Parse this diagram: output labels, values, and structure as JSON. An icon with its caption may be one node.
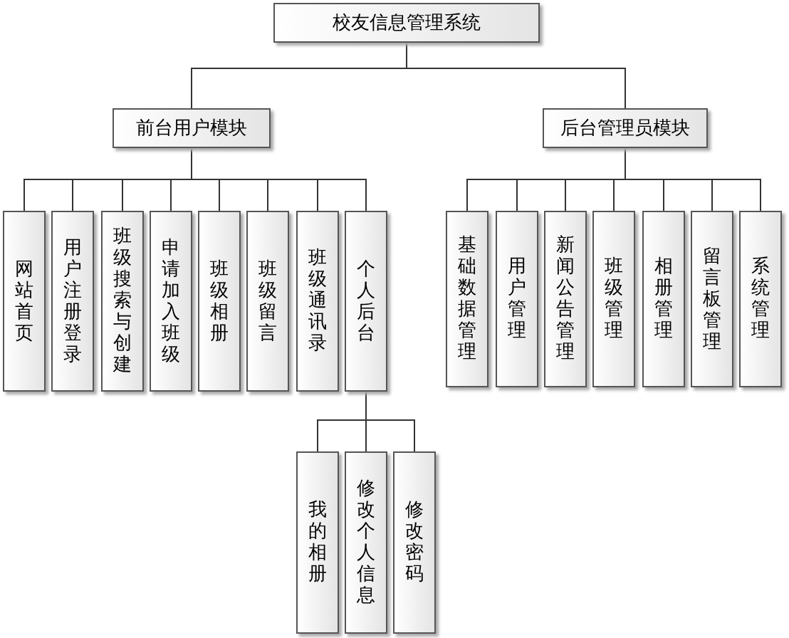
{
  "diagram": {
    "nodes": [
      {
        "text": [
          "校友信息管理系统"
        ]
      },
      {
        "text": [
          "前台用户模块"
        ]
      },
      {
        "text": [
          "后台管理员模块"
        ]
      },
      {
        "text": [
          "网站首页"
        ]
      },
      {
        "text": [
          "用户注册登录"
        ]
      },
      {
        "text": [
          "班级搜索与创建"
        ]
      },
      {
        "text": [
          "申请加入班级"
        ]
      },
      {
        "text": [
          "班级相册"
        ]
      },
      {
        "text": [
          "班级留言"
        ]
      },
      {
        "text": [
          "班级通讯录"
        ]
      },
      {
        "text": [
          "个人后台"
        ]
      },
      {
        "text": [
          "基础数据管理"
        ]
      },
      {
        "text": [
          "用户管理"
        ]
      },
      {
        "text": [
          "新闻公告管理"
        ]
      },
      {
        "text": [
          "班级管理"
        ]
      },
      {
        "text": [
          "相册管理"
        ]
      },
      {
        "text": [
          "留言板管理"
        ]
      },
      {
        "text": [
          "系统管理"
        ]
      },
      {
        "text": [
          "我的相册"
        ]
      },
      {
        "text": [
          "修改个人信息"
        ]
      },
      {
        "text": [
          "修改密码"
        ]
      }
    ],
    "edges": [
      {
        "from": 0,
        "to": 1,
        "arrow": "none"
      },
      {
        "from": 0,
        "to": 2,
        "arrow": "none"
      },
      {
        "from": 1,
        "to": 3,
        "arrow": "none"
      },
      {
        "from": 1,
        "to": 4,
        "arrow": "none"
      },
      {
        "from": 1,
        "to": 5,
        "arrow": "none"
      },
      {
        "from": 1,
        "to": 6,
        "arrow": "none"
      },
      {
        "from": 1,
        "to": 7,
        "arrow": "none"
      },
      {
        "from": 1,
        "to": 8,
        "arrow": "none"
      },
      {
        "from": 1,
        "to": 9,
        "arrow": "none"
      },
      {
        "from": 1,
        "to": 10,
        "arrow": "none"
      },
      {
        "from": 2,
        "to": 11,
        "arrow": "none"
      },
      {
        "from": 2,
        "to": 12,
        "arrow": "none"
      },
      {
        "from": 2,
        "to": 13,
        "arrow": "none"
      },
      {
        "from": 2,
        "to": 14,
        "arrow": "none"
      },
      {
        "from": 2,
        "to": 15,
        "arrow": "none"
      },
      {
        "from": 2,
        "to": 16,
        "arrow": "none"
      },
      {
        "from": 2,
        "to": 17,
        "arrow": "none"
      },
      {
        "from": 10,
        "to": 18,
        "arrow": "none"
      },
      {
        "from": 10,
        "to": 19,
        "arrow": "none"
      },
      {
        "from": 10,
        "to": 20,
        "arrow": "none"
      }
    ]
  }
}
